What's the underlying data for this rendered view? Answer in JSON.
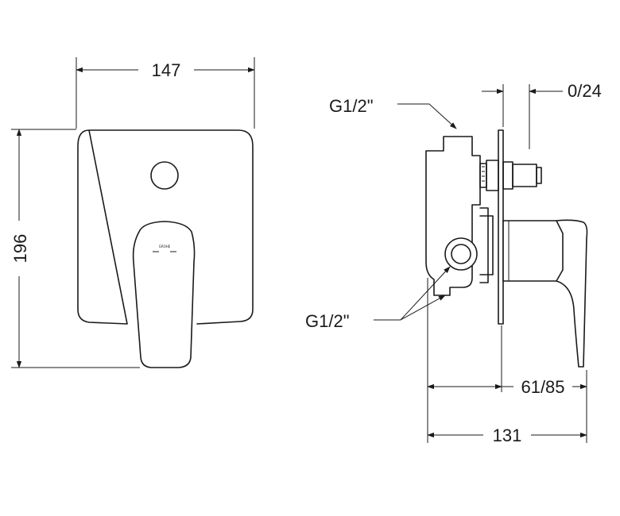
{
  "dimensions": {
    "front_width": "147",
    "front_height": "196",
    "depth_adjust": "0/24",
    "wall_depth": "61/85",
    "total_depth": "131"
  },
  "connections": {
    "top": "G1/2\"",
    "bottom": "G1/2\""
  },
  "handle_brand": "GROHE"
}
